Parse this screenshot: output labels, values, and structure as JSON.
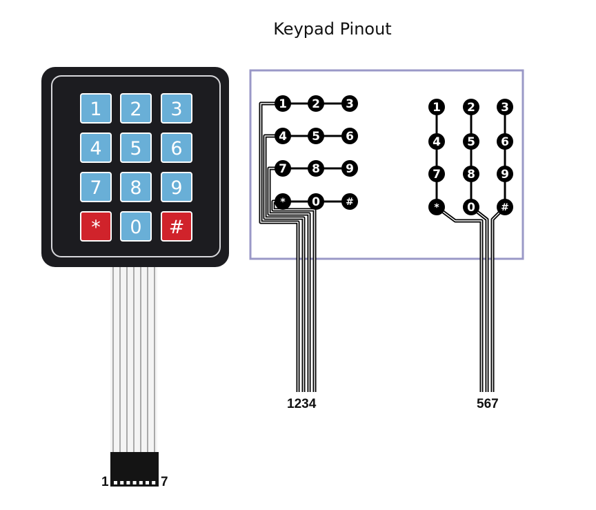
{
  "title": "Keypad  Pinout",
  "keypad": {
    "keys": [
      {
        "label": "1",
        "type": "digit"
      },
      {
        "label": "2",
        "type": "digit"
      },
      {
        "label": "3",
        "type": "digit"
      },
      {
        "label": "4",
        "type": "digit"
      },
      {
        "label": "5",
        "type": "digit"
      },
      {
        "label": "6",
        "type": "digit"
      },
      {
        "label": "7",
        "type": "digit"
      },
      {
        "label": "8",
        "type": "digit"
      },
      {
        "label": "9",
        "type": "digit"
      },
      {
        "label": "*",
        "type": "symbol"
      },
      {
        "label": "0",
        "type": "digit"
      },
      {
        "label": "#",
        "type": "symbol"
      }
    ],
    "colors": {
      "digit_key": "#69afd7",
      "symbol_key": "#d0232b",
      "body": "#1c1c20"
    }
  },
  "connector": {
    "left_pin": "1",
    "right_pin": "7"
  },
  "schematic": {
    "row_diagram_keys": [
      "1",
      "2",
      "3",
      "4",
      "5",
      "6",
      "7",
      "8",
      "9",
      "*",
      "0",
      "#"
    ],
    "column_diagram_keys": [
      "1",
      "2",
      "3",
      "4",
      "5",
      "6",
      "7",
      "8",
      "9",
      "*",
      "0",
      "#"
    ],
    "row_pins_label": "1234",
    "column_pins_label": "567",
    "frame_color": "#9a98c7"
  }
}
